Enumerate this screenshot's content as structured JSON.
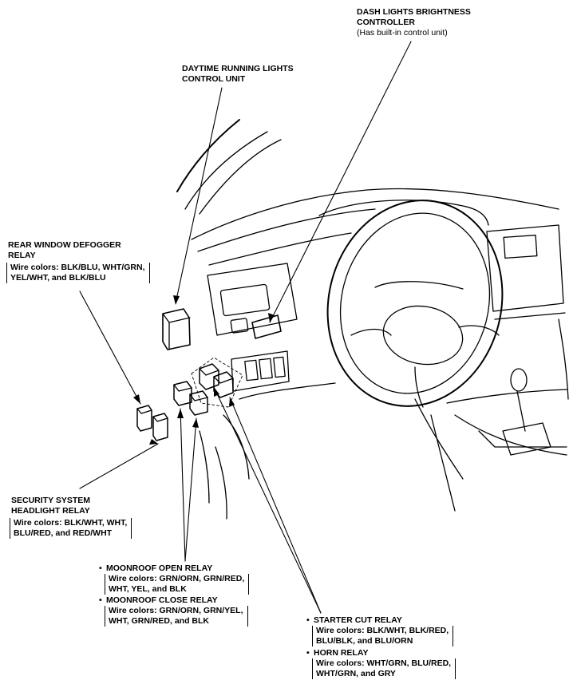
{
  "dash_lights": {
    "title_1": "DASH LIGHTS BRIGHTNESS",
    "title_2": "CONTROLLER",
    "note": "(Has built-in control unit)"
  },
  "drl": {
    "title_1": "DAYTIME RUNNING LIGHTS",
    "title_2": "CONTROL UNIT"
  },
  "rear_defogger": {
    "title_1": "REAR WINDOW DEFOGGER",
    "title_2": "RELAY",
    "wire_1": "Wire colors: BLK/BLU, WHT/GRN,",
    "wire_2": "YEL/WHT, and BLK/BLU"
  },
  "security": {
    "title_1": "SECURITY SYSTEM",
    "title_2": "HEADLIGHT RELAY",
    "wire_1": "Wire colors: BLK/WHT, WHT,",
    "wire_2": "BLU/RED, and RED/WHT"
  },
  "moonroof_open": {
    "title": "MOONROOF OPEN RELAY",
    "wire_1": "Wire colors: GRN/ORN, GRN/RED,",
    "wire_2": "WHT, YEL, and BLK"
  },
  "moonroof_close": {
    "title": "MOONROOF CLOSE RELAY",
    "wire_1": "Wire colors: GRN/ORN, GRN/YEL,",
    "wire_2": "WHT, GRN/RED, and BLK"
  },
  "starter_cut": {
    "title": "STARTER CUT RELAY",
    "wire_1": "Wire colors: BLK/WHT, BLK/RED,",
    "wire_2": "BLU/BLK, and BLU/ORN"
  },
  "horn": {
    "title": "HORN RELAY",
    "wire_1": "Wire colors: WHT/GRN, BLU/RED,",
    "wire_2": "WHT/GRN, and GRY"
  }
}
